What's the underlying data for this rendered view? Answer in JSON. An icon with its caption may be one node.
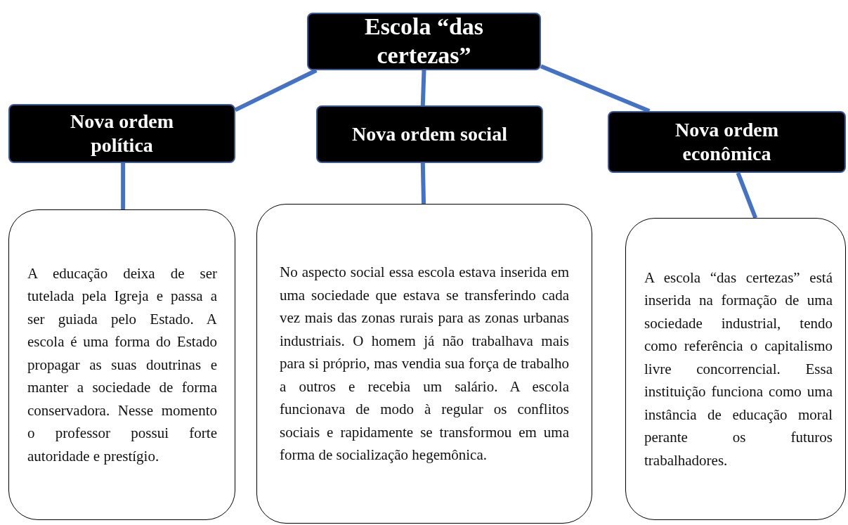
{
  "diagram": {
    "nodes": [
      {
        "text": [
          "Escola “das certezas”"
        ]
      },
      {
        "text": [
          "Nova ordem política"
        ]
      },
      {
        "text": [
          "Nova ordem social"
        ]
      },
      {
        "text": [
          "Nova ordem econômica"
        ]
      },
      {
        "text": [
          "A educação deixa de ser tutelada pela Igreja e passa a ser guiada pelo Estado. A escola é uma forma do Estado propagar as suas doutrinas e manter a sociedade de forma conservadora. Nesse momento o professor possui forte autoridade e prestígio."
        ]
      },
      {
        "text": [
          "No aspecto social essa escola estava inserida em uma sociedade que estava se transferindo cada vez mais das zonas rurais para as zonas urbanas industriais. O homem já não trabalhava mais para si próprio, mas vendia sua força de trabalho a outros e recebia um salário. A escola funcionava de modo à regular os conflitos sociais e rapidamente se transformou em uma forma de socialização hegemônica."
        ]
      },
      {
        "text": [
          "A escola “das certezas” está inserida na formação de uma sociedade industrial, tendo como referência o capitalismo livre concorrencial. Essa instituição funciona como uma instância de educação moral perante os futuros trabalhadores."
        ]
      }
    ],
    "edges": [
      {
        "from": 0,
        "to": 1,
        "arrow": "none"
      },
      {
        "from": 0,
        "to": 2,
        "arrow": "none"
      },
      {
        "from": 0,
        "to": 3,
        "arrow": "none"
      },
      {
        "from": 1,
        "to": 4,
        "arrow": "none"
      },
      {
        "from": 2,
        "to": 5,
        "arrow": "none"
      },
      {
        "from": 3,
        "to": 6,
        "arrow": "none"
      }
    ]
  }
}
